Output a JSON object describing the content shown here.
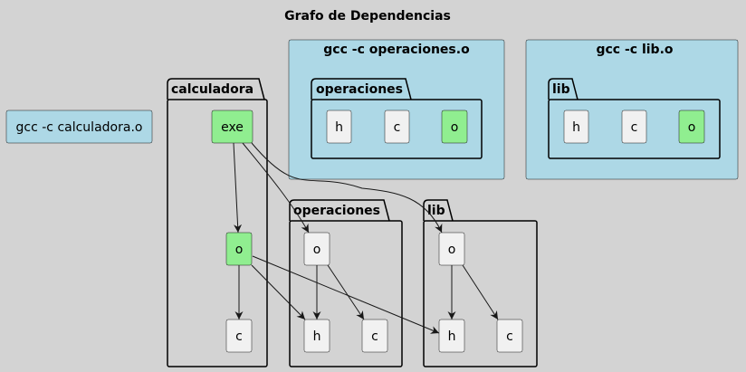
{
  "title": "Grafo de Dependencias",
  "colors": {
    "background": "#d3d3d3",
    "cluster": "#add8e6",
    "node_default": "#f1f1f1",
    "node_object": "#90ee90",
    "stroke": "#181818"
  },
  "standalone_node": {
    "label": "gcc -c calculadora.o"
  },
  "clusters": {
    "operaciones": {
      "label": "gcc -c operaciones.o"
    },
    "lib": {
      "label": "gcc -c lib.o"
    }
  },
  "packages": {
    "cl_operaciones": {
      "label": "operaciones",
      "nodes": {
        "h": "h",
        "c": "c",
        "o": "o"
      }
    },
    "cl_lib": {
      "label": "lib",
      "nodes": {
        "h": "h",
        "c": "c",
        "o": "o"
      }
    },
    "calculadora": {
      "label": "calculadora",
      "nodes": {
        "exe": "exe",
        "o": "o",
        "c": "c"
      }
    },
    "operaciones": {
      "label": "operaciones",
      "nodes": {
        "o": "o",
        "h": "h",
        "c": "c"
      }
    },
    "lib": {
      "label": "lib",
      "nodes": {
        "o": "o",
        "h": "h",
        "c": "c"
      }
    }
  },
  "edges": [
    {
      "from": "calculadora.exe",
      "to": "calculadora.o"
    },
    {
      "from": "calculadora.exe",
      "to": "operaciones.o"
    },
    {
      "from": "calculadora.exe",
      "to": "lib.o"
    },
    {
      "from": "calculadora.o",
      "to": "calculadora.c"
    },
    {
      "from": "calculadora.o",
      "to": "operaciones.h"
    },
    {
      "from": "calculadora.o",
      "to": "lib.h"
    },
    {
      "from": "operaciones.o",
      "to": "operaciones.h"
    },
    {
      "from": "operaciones.o",
      "to": "operaciones.c"
    },
    {
      "from": "lib.o",
      "to": "lib.h"
    },
    {
      "from": "lib.o",
      "to": "lib.c"
    }
  ]
}
